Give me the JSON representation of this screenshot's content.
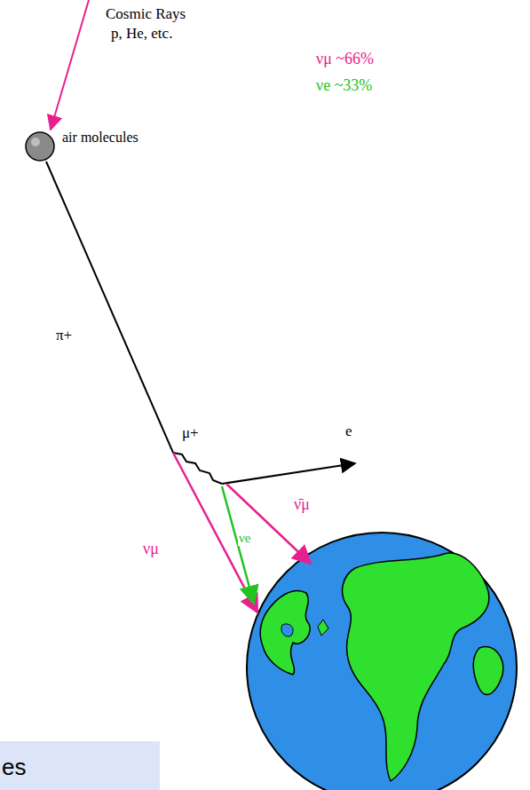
{
  "diagram": {
    "nodes": [
      {
        "text": [
          "air molecules"
        ]
      },
      {
        "text": [
          "es"
        ]
      }
    ],
    "labels": [
      "Cosmic Rays",
      "p, He, etc.",
      "νμ ~66%",
      "νe ~33%",
      "π+",
      "μ+",
      "e",
      "νμ",
      "νe",
      "ν̄μ"
    ]
  }
}
